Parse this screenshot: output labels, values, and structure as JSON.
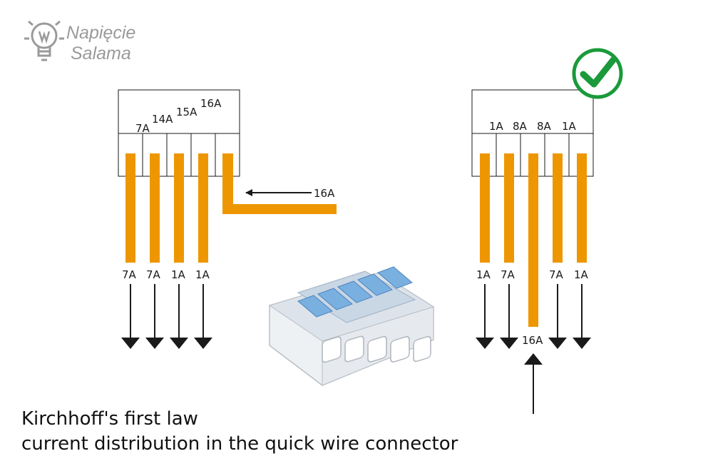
{
  "colors": {
    "wire": "#ee9600",
    "line": "#1a1a1a",
    "check": "#1a9a3a",
    "clip": "#7ab0e0",
    "logo": "#9a9a9a"
  },
  "logo": {
    "line1": "Napięcie",
    "line2": "Salama",
    "icon": "lightbulb-icon"
  },
  "left_connector": {
    "top_labels": [
      "7A",
      "14A",
      "15A",
      "16A"
    ],
    "input_label": "16A",
    "output_labels": [
      "7A",
      "7A",
      "1A",
      "1A"
    ]
  },
  "right_connector": {
    "check_icon": "checkmark-icon",
    "top_labels": [
      "1A",
      "8A",
      "8A",
      "1A"
    ],
    "output_labels": [
      "1A",
      "7A",
      "7A",
      "1A"
    ],
    "input_label": "16A"
  },
  "caption": {
    "line1": "Kirchhoff's first law",
    "line2": "current distribution in the quick wire connector"
  }
}
